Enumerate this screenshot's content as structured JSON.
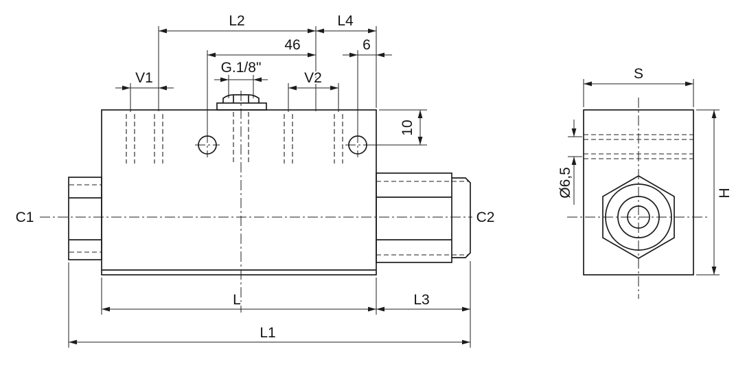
{
  "colors": {
    "line": "#1c1c1c",
    "background": "#ffffff",
    "text": "#141414"
  },
  "front_view": {
    "dims": {
      "L2": "L2",
      "L4": "L4",
      "d46": "46",
      "d6": "6",
      "V1": "V1",
      "G18": "G.1/8\"",
      "V2": "V2",
      "d10": "10",
      "C1": "C1",
      "C2": "C2",
      "L": "L",
      "L3": "L3",
      "L1": "L1"
    }
  },
  "side_view": {
    "dims": {
      "S": "S",
      "dia": "Ø6,5",
      "H": "H"
    }
  }
}
